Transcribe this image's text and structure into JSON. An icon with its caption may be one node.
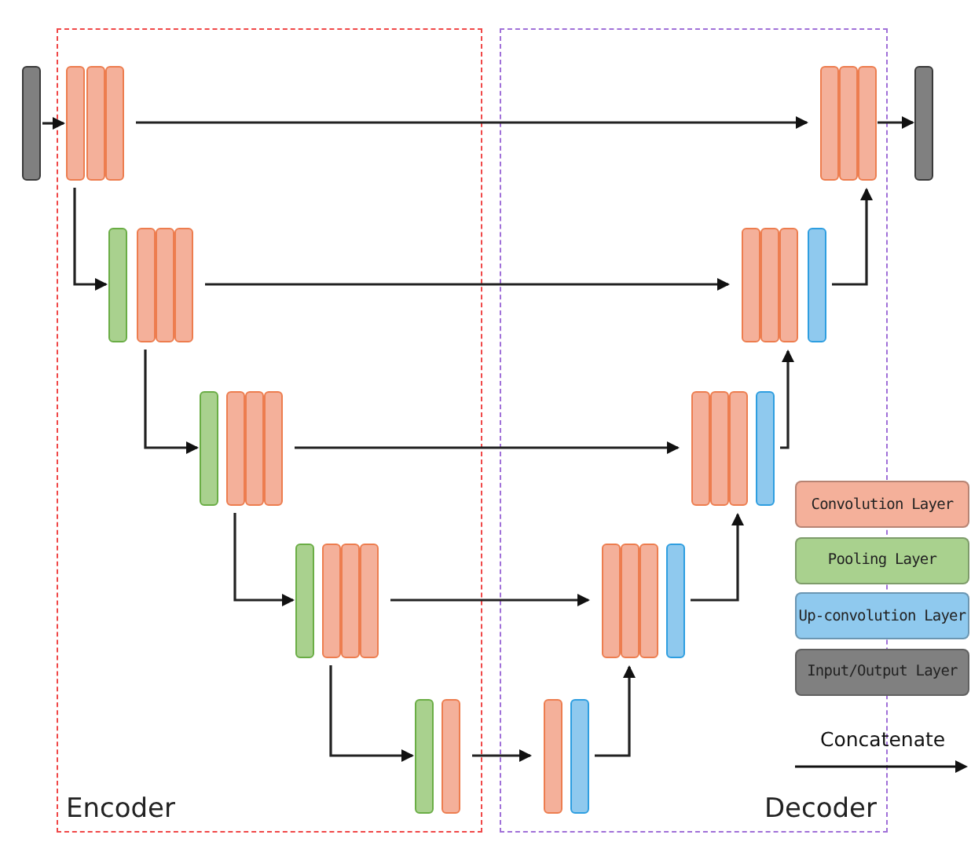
{
  "diagram": {
    "nodes": [
      {
        "text": [
          "Encoder"
        ]
      },
      {
        "text": [
          "Decoder"
        ]
      },
      {
        "text": [],
        "shape": "bar"
      },
      {
        "text": [],
        "shape": "bar",
        "in": 0
      },
      {
        "text": [],
        "shape": "bar",
        "in": 0
      },
      {
        "text": [],
        "shape": "bar",
        "in": 0
      },
      {
        "text": [],
        "shape": "bar",
        "in": 1
      },
      {
        "text": [],
        "shape": "bar",
        "in": 1
      },
      {
        "text": [],
        "shape": "bar",
        "in": 1
      },
      {
        "text": [],
        "shape": "bar"
      },
      {
        "text": [],
        "shape": "bar",
        "in": 0
      },
      {
        "text": [],
        "shape": "bar",
        "in": 0
      },
      {
        "text": [],
        "shape": "bar",
        "in": 0
      },
      {
        "text": [],
        "shape": "bar",
        "in": 0
      },
      {
        "text": [],
        "shape": "bar",
        "in": 1
      },
      {
        "text": [],
        "shape": "bar",
        "in": 1
      },
      {
        "text": [],
        "shape": "bar",
        "in": 1
      },
      {
        "text": [],
        "shape": "bar",
        "in": 1
      },
      {
        "text": [],
        "shape": "bar",
        "in": 0
      },
      {
        "text": [],
        "shape": "bar",
        "in": 0
      },
      {
        "text": [],
        "shape": "bar",
        "in": 0
      },
      {
        "text": [],
        "shape": "bar",
        "in": 0
      },
      {
        "text": [],
        "shape": "bar",
        "in": 1
      },
      {
        "text": [],
        "shape": "bar",
        "in": 1
      },
      {
        "text": [],
        "shape": "bar",
        "in": 1
      },
      {
        "text": [],
        "shape": "bar",
        "in": 1
      },
      {
        "text": [],
        "shape": "bar",
        "in": 0
      },
      {
        "text": [],
        "shape": "bar",
        "in": 0
      },
      {
        "text": [],
        "shape": "bar",
        "in": 0
      },
      {
        "text": [],
        "shape": "bar",
        "in": 0
      },
      {
        "text": [],
        "shape": "bar",
        "in": 1
      },
      {
        "text": [],
        "shape": "bar",
        "in": 1
      },
      {
        "text": [],
        "shape": "bar",
        "in": 1
      },
      {
        "text": [],
        "shape": "bar",
        "in": 1
      },
      {
        "text": [],
        "shape": "bar",
        "in": 0
      },
      {
        "text": [],
        "shape": "bar",
        "in": 0
      },
      {
        "text": [],
        "shape": "bar",
        "in": 1
      },
      {
        "text": [],
        "shape": "bar",
        "in": 1
      }
    ],
    "edges": [
      {
        "from": 2,
        "to": 3,
        "arrow": "to"
      },
      {
        "from": 5,
        "to": 6,
        "arrow": "to"
      },
      {
        "from": 8,
        "to": 9,
        "arrow": "to"
      },
      {
        "from": 3,
        "to": 10,
        "arrow": "to"
      },
      {
        "from": 13,
        "to": 14,
        "arrow": "to"
      },
      {
        "from": 17,
        "to": 8,
        "arrow": "to"
      },
      {
        "from": 11,
        "to": 18,
        "arrow": "to"
      },
      {
        "from": 21,
        "to": 22,
        "arrow": "to"
      },
      {
        "from": 25,
        "to": 16,
        "arrow": "to"
      },
      {
        "from": 19,
        "to": 26,
        "arrow": "to"
      },
      {
        "from": 29,
        "to": 30,
        "arrow": "to"
      },
      {
        "from": 33,
        "to": 24,
        "arrow": "to"
      },
      {
        "from": 27,
        "to": 34,
        "arrow": "to"
      },
      {
        "from": 35,
        "to": 36,
        "arrow": "to"
      },
      {
        "from": 37,
        "to": 31,
        "arrow": "to"
      }
    ],
    "legend": [
      {
        "text": "Convolution Layer",
        "color": "#f4b09a"
      },
      {
        "text": "Pooling Layer",
        "color": "#a9d18e"
      },
      {
        "text": "Up-convolution Layer",
        "color": "#8fc9ee"
      },
      {
        "text": "Input/Output Layer",
        "color": "#808080"
      },
      {
        "text": "Concatenate"
      }
    ]
  }
}
